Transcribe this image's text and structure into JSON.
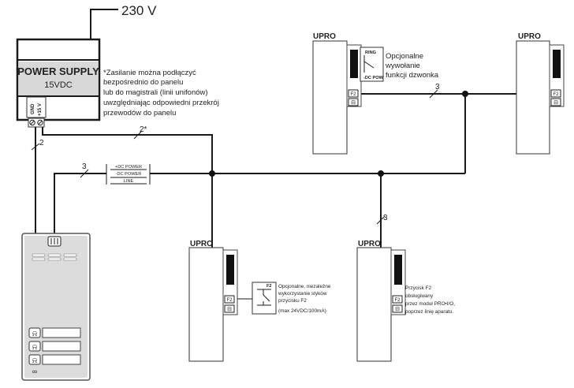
{
  "mains_label": "230 V",
  "power_supply": {
    "title": "POWER SUPPLY",
    "voltage": "15VDC",
    "terminal_gnd": "GND",
    "terminal_plus": "+15 V"
  },
  "supply_note": [
    "*Zasilanie można podłączyć",
    "bezpośrednio do panelu",
    "lub do magistrali (linii unifonów)",
    "uwzględniając odpowiedni przekrój",
    "przewodów do panelu"
  ],
  "wire_labels": {
    "supply_to_panel": "2",
    "supply_to_bus": "2*",
    "panel_bus": "3",
    "top_bus": "3",
    "mid_drop": "3"
  },
  "bus_terminals": [
    "+DC POWER",
    "-DC POWER",
    "LINE"
  ],
  "handsets": {
    "model_label": "UPRO",
    "key_f2": "F2",
    "key_door": "⊟"
  },
  "bell_detail": {
    "ring_label": "RING",
    "dc_pow_label": "-DC POW",
    "note": [
      "Opcjonalne",
      "wywołanie",
      "funkcji dzwonka"
    ]
  },
  "relay_detail": {
    "contact_f2": "F2",
    "note": [
      "Opcjonalne, niezależne",
      "wykorzystanie styków",
      "przycisku F2",
      "(max 24VDC/100mA)"
    ]
  },
  "f2_note": [
    "Przycisk F2",
    "obsługiwany",
    "przez moduł PRO•I/O,",
    "poprzez linię aparatu."
  ]
}
